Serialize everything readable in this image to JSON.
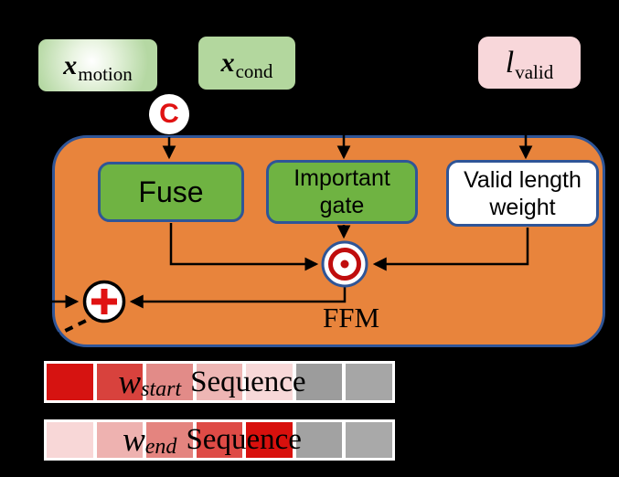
{
  "figure": {
    "inputs": {
      "x_motion": {
        "base": "x",
        "sub": "motion"
      },
      "x_cond": {
        "base": "x",
        "sub": "cond"
      },
      "l_valid": {
        "base": "l",
        "sub": "valid"
      }
    },
    "concat_label": "C",
    "blocks": {
      "fuse": "Fuse",
      "important_gate": "Important gate",
      "valid_length_weight": "Valid length weight"
    },
    "module_label": "FFM"
  },
  "sequences": {
    "rows": [
      {
        "w_base": "w",
        "w_sub": "start",
        "text": "Sequence",
        "cells": [
          "#d61311",
          "#d8423d",
          "#e28b88",
          "#eeb6b4",
          "#f7d8d8",
          "#9c9c9c",
          "#a6a6a6"
        ]
      },
      {
        "w_base": "w",
        "w_sub": "end",
        "text": "Sequence",
        "cells": [
          "#f8d7d7",
          "#eeb2b0",
          "#e4847f",
          "#de4b46",
          "#d8100d",
          "#a2a2a2",
          "#a9a9a9"
        ]
      }
    ]
  },
  "colors": {
    "background": "#000000",
    "module_fill": "#e8843c",
    "outline_blue": "#2f5597",
    "block_green": "#6fb342",
    "input_green": "#b5d8a3",
    "input_pink": "#f8d7da",
    "accent_red": "#d31212",
    "arrow": "#000000"
  }
}
